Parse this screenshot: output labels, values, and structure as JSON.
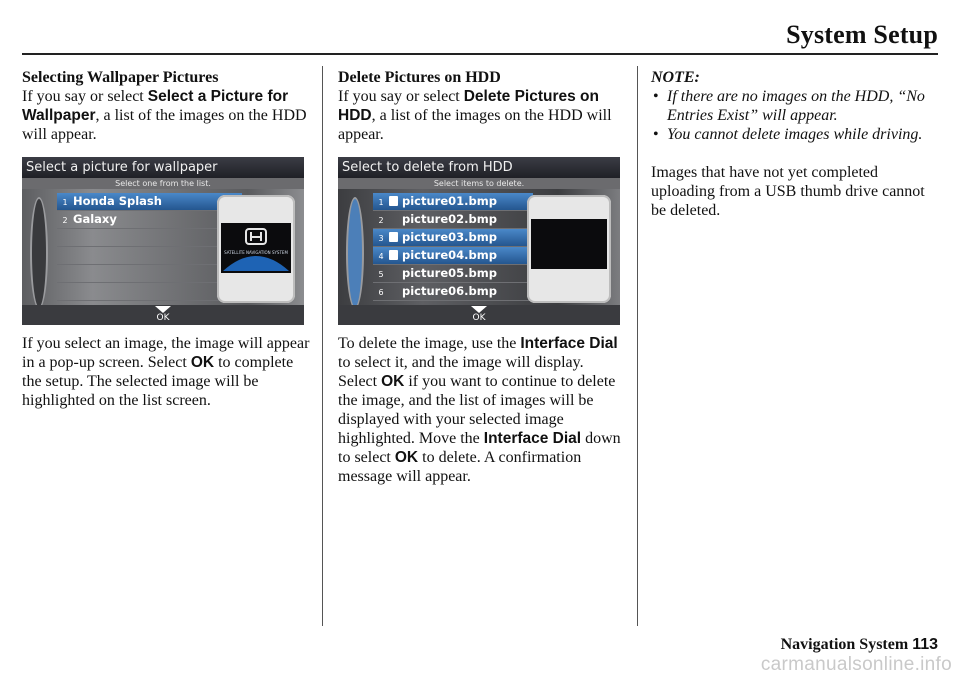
{
  "header": {
    "title": "System Setup"
  },
  "col1": {
    "heading": "Selecting Wallpaper Pictures",
    "p1_pre": "If you say or select ",
    "p1_ui": "Select a Picture for Wallpaper",
    "p1_post": ", a list of the images on the HDD will appear.",
    "screen": {
      "title": "Select a picture for wallpaper",
      "subtitle": "Select one from the list.",
      "rows": [
        {
          "num": "1",
          "label": "Honda Splash"
        },
        {
          "num": "2",
          "label": "Galaxy"
        }
      ],
      "preview_caption": "SATELLITE NAVIGATION SYSTEM",
      "ok": "OK"
    },
    "p2_a": "If you select an image, the image will appear in a pop-up screen. Select ",
    "p2_ok": "OK",
    "p2_b": " to complete the setup. The selected image will be highlighted on the list screen."
  },
  "col2": {
    "heading": "Delete Pictures on HDD",
    "p1_pre": "If you say or select ",
    "p1_ui": "Delete Pictures on HDD",
    "p1_post": ", a list of the images on the HDD will appear.",
    "screen": {
      "title": "Select to delete from HDD",
      "subtitle": "Select items to delete.",
      "rows": [
        {
          "num": "1",
          "label": "picture01.bmp"
        },
        {
          "num": "2",
          "label": "picture02.bmp"
        },
        {
          "num": "3",
          "label": "picture03.bmp"
        },
        {
          "num": "4",
          "label": "picture04.bmp"
        },
        {
          "num": "5",
          "label": "picture05.bmp"
        },
        {
          "num": "6",
          "label": "picture06.bmp"
        }
      ],
      "ok": "OK"
    },
    "p2_a": "To delete the image, use the ",
    "p2_ui1": "Interface Dial",
    "p2_b": " to select it, and the image will display. Select ",
    "p2_ok1": "OK",
    "p2_c": " if you want to continue to delete the image, and the list of images will be displayed with your selected image highlighted. Move the ",
    "p2_ui2": "Interface Dial",
    "p2_d": " down to select ",
    "p2_ok2": "OK",
    "p2_e": " to delete. A confirmation message will appear."
  },
  "col3": {
    "note_head": "NOTE:",
    "notes": [
      "If there are no images on the HDD, “No Entries Exist” will appear.",
      "You cannot delete images while driving."
    ],
    "p": "Images that have not yet completed uploading from a USB thumb drive cannot be deleted."
  },
  "footer": {
    "label": "Navigation System",
    "page": "113"
  },
  "watermark": "carmanualsonline.info"
}
